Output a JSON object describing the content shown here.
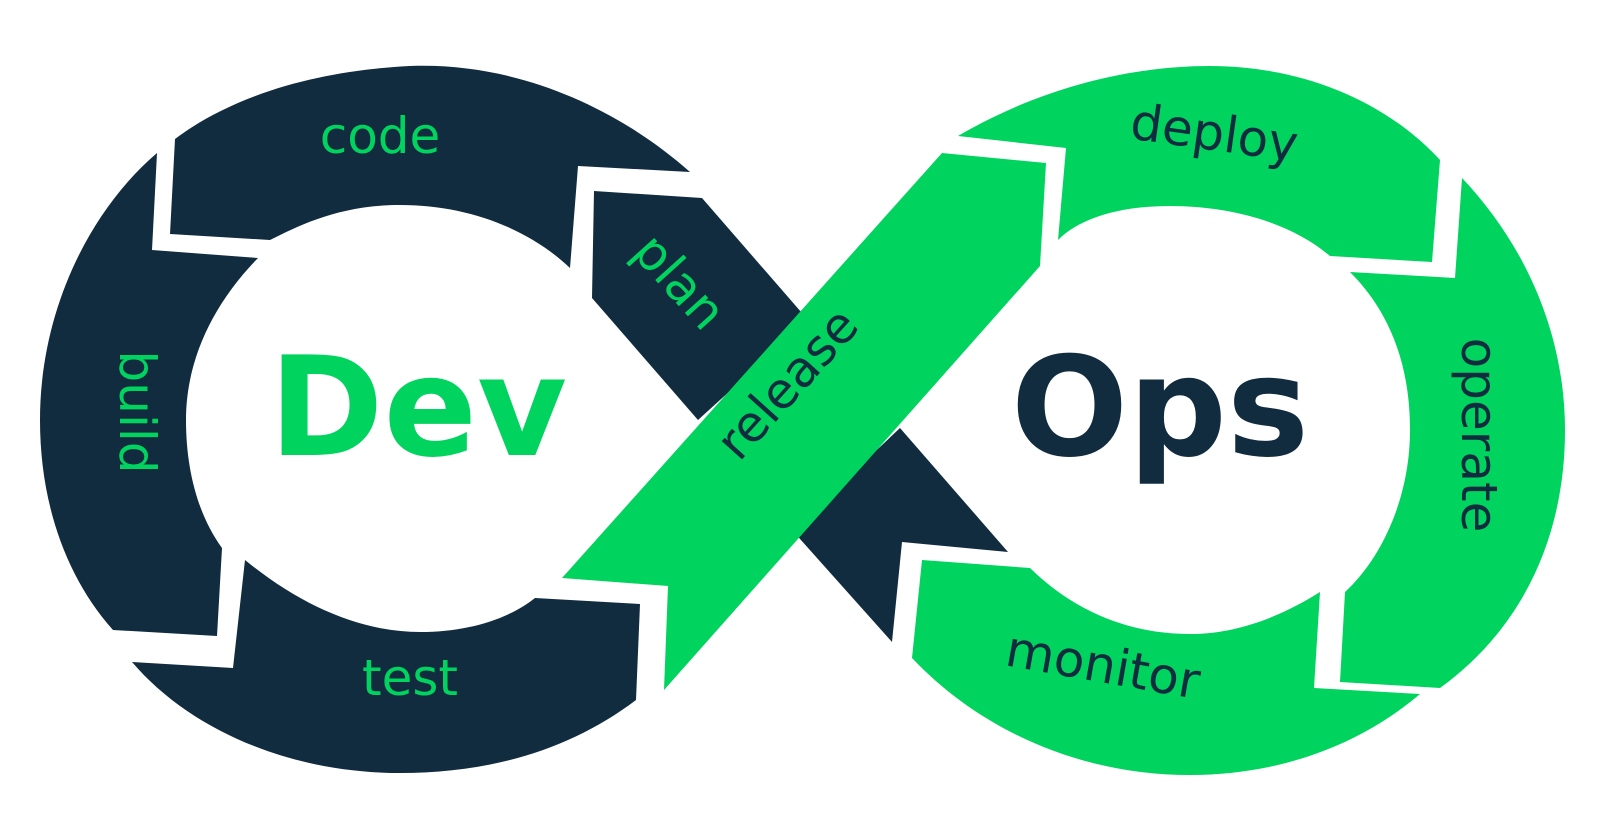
{
  "colors": {
    "dev": "#112b3f",
    "ops": "#00d45f",
    "background": "#ffffff"
  },
  "labels": {
    "dev": "Dev",
    "ops": "Ops",
    "code": "code",
    "plan": "plan",
    "build": "build",
    "test": "test",
    "release": "release",
    "deploy": "deploy",
    "operate": "operate",
    "monitor": "monitor"
  }
}
